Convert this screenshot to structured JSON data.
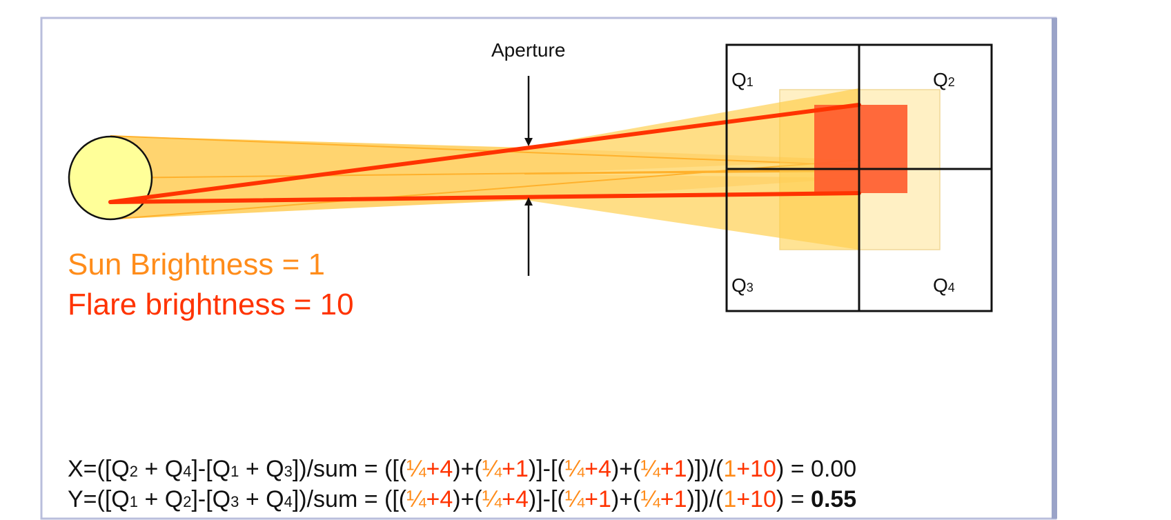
{
  "labels": {
    "aperture": "Aperture",
    "q1": "Q",
    "q1_sub": "1",
    "q2": "Q",
    "q2_sub": "2",
    "q3": "Q",
    "q3_sub": "3",
    "q4": "Q",
    "q4_sub": "4"
  },
  "legend": {
    "sun": "Sun Brightness = 1",
    "flare": "Flare brightness = 10"
  },
  "equations": {
    "x": {
      "prefix": "X=([Q",
      "s1": "2",
      "p2": " + Q",
      "s2": "4",
      "p3": "]-[Q",
      "s3": "1",
      "p4": " + Q",
      "s4": "3",
      "p5": "])/sum = ([(",
      "a1": "¼",
      "a1b": "+4",
      "p6": ")+(",
      "a2": "¼",
      "a2b": "+1",
      "p7": ")]-[(",
      "a3": "¼",
      "a3b": "+4",
      "p8": ")+(",
      "a4": "¼",
      "a4b": "+1",
      "p9": ")])/(",
      "d1": "1",
      "d2": "+10",
      "p10": ") = ",
      "result": "0.00"
    },
    "y": {
      "prefix": "Y=([Q",
      "s1": "1",
      "p2": " + Q",
      "s2": "2",
      "p3": "]-[Q",
      "s3": "3",
      "p4": " + Q",
      "s4": "4",
      "p5": "])/sum = ([(",
      "a1": "¼",
      "a1b": "+4",
      "p6": ")+(",
      "a2": "¼",
      "a2b": "+4",
      "p7": ")]-[(",
      "a3": "¼",
      "a3b": "+1",
      "p8": ")+(",
      "a4": "¼",
      "a4b": "+1",
      "p9": ")])/(",
      "d1": "1",
      "d2": "+10",
      "p10": ") = ",
      "result": "0.55"
    }
  },
  "colors": {
    "sun_fill": "#ffff99",
    "beam": "#ffc93c",
    "flare": "#ff3300",
    "sun_text": "#ff8c1a",
    "flare_text": "#ff3300",
    "frame_border": "#9aa3c8"
  }
}
